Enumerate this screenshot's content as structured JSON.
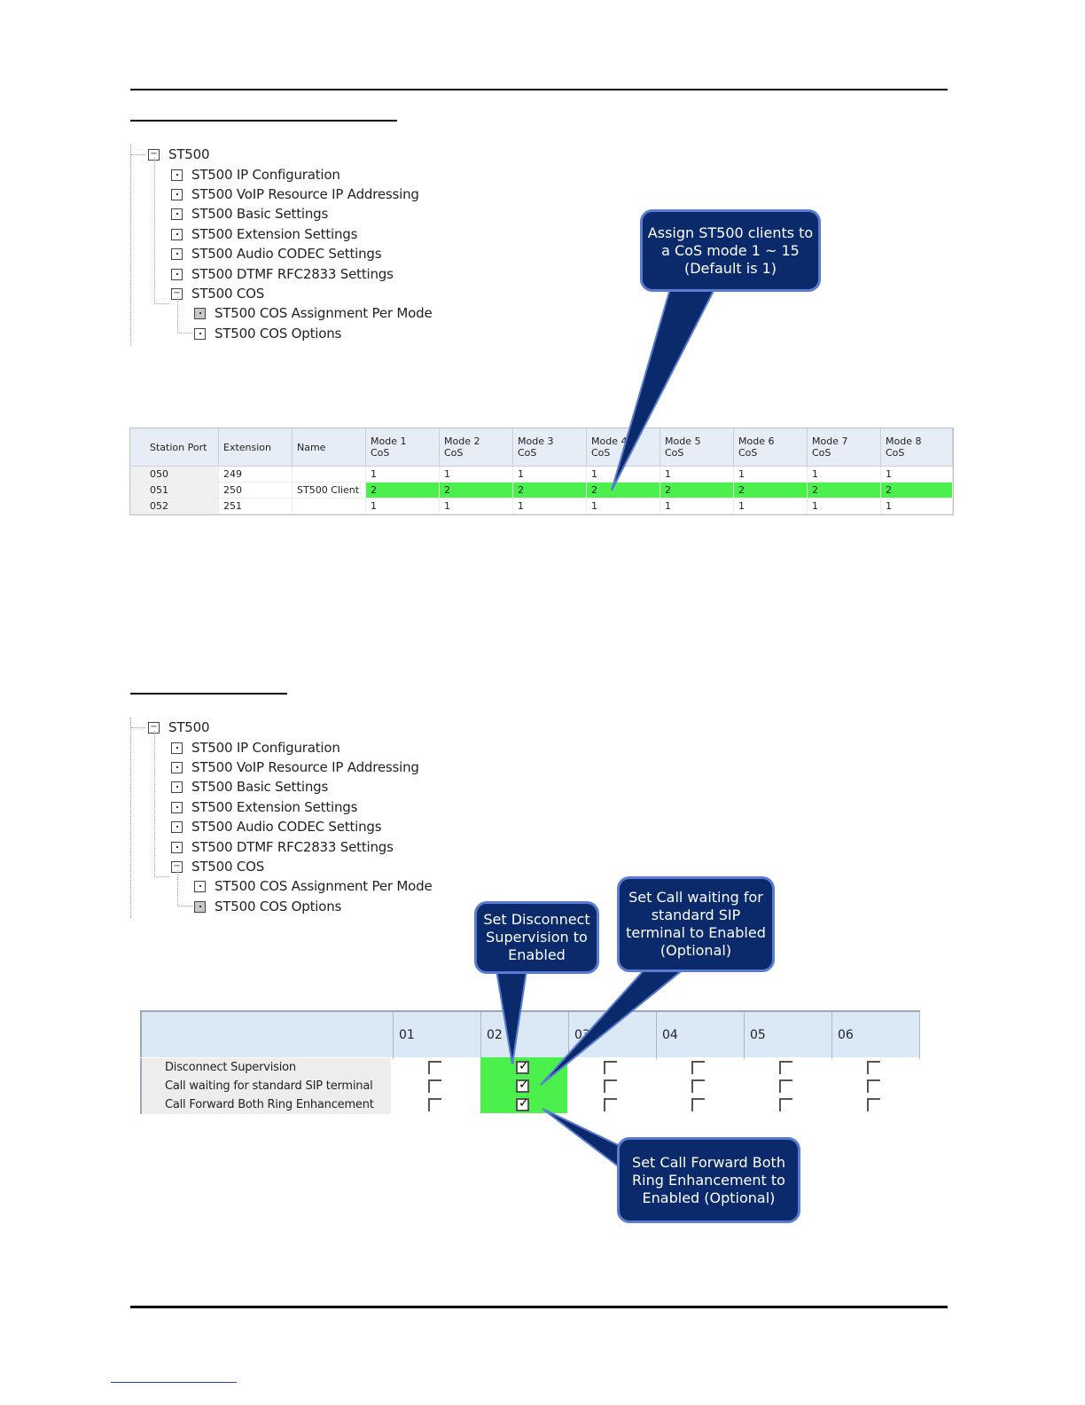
{
  "tree": {
    "root": "ST500",
    "items": [
      "ST500 IP Configuration",
      "ST500 VoIP Resource IP Addressing",
      "ST500 Basic Settings",
      "ST500 Extension Settings",
      "ST500 Audio CODEC Settings",
      "ST500 DTMF RFC2833 Settings",
      "ST500 COS"
    ],
    "cos_children": [
      "ST500 COS Assignment Per Mode",
      "ST500 COS Options"
    ],
    "first_selected": "ST500 COS Assignment Per Mode",
    "second_selected": "ST500 COS Options"
  },
  "cos_table": {
    "headers": [
      {
        "l1": "Station Port",
        "l2": ""
      },
      {
        "l1": "Extension",
        "l2": ""
      },
      {
        "l1": "Name",
        "l2": ""
      },
      {
        "l1": "Mode 1",
        "l2": "CoS"
      },
      {
        "l1": "Mode 2",
        "l2": "CoS"
      },
      {
        "l1": "Mode 3",
        "l2": "CoS"
      },
      {
        "l1": "Mode 4",
        "l2": "CoS"
      },
      {
        "l1": "Mode 5",
        "l2": "CoS"
      },
      {
        "l1": "Mode 6",
        "l2": "CoS"
      },
      {
        "l1": "Mode 7",
        "l2": "CoS"
      },
      {
        "l1": "Mode 8",
        "l2": "CoS"
      }
    ],
    "rows": [
      {
        "port": "050",
        "ext": "249",
        "name": "",
        "modes": [
          "1",
          "1",
          "1",
          "1",
          "1",
          "1",
          "1",
          "1"
        ],
        "highlight": false
      },
      {
        "port": "051",
        "ext": "250",
        "name": "ST500 Client",
        "modes": [
          "2",
          "2",
          "2",
          "2",
          "2",
          "2",
          "2",
          "2"
        ],
        "highlight": true
      },
      {
        "port": "052",
        "ext": "251",
        "name": "",
        "modes": [
          "1",
          "1",
          "1",
          "1",
          "1",
          "1",
          "1",
          "1"
        ],
        "highlight": false
      }
    ],
    "highlight_color": "#4cf04c"
  },
  "options_table": {
    "columns": [
      "01",
      "02",
      "03",
      "04",
      "05",
      "06"
    ],
    "rows": [
      {
        "label": "Disconnect Supervision",
        "checked_col": 1
      },
      {
        "label": "Call waiting for standard SIP terminal",
        "checked_col": 1
      },
      {
        "label": "Call Forward Both Ring Enhancement",
        "checked_col": 1
      }
    ]
  },
  "callouts": {
    "cos_assign": [
      "Assign ST500 clients to",
      "a CoS mode 1 ~ 15",
      "(Default is 1)"
    ],
    "disconnect": [
      "Set Disconnect",
      "Supervision to",
      "Enabled"
    ],
    "call_waiting": [
      "Set Call waiting for",
      "standard SIP",
      "terminal to Enabled",
      "(Optional)"
    ],
    "call_forward": [
      "Set Call Forward Both",
      "Ring Enhancement to",
      "Enabled (Optional)"
    ],
    "fill_color": "#0b2a6b",
    "border_color": "#5a7bd0"
  }
}
